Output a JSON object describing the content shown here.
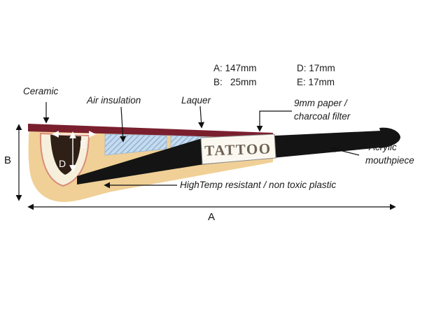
{
  "colors": {
    "tan": "#f0d096",
    "maroon": "#7a1f2e",
    "cream": "#f6efdc",
    "rim": "#d98c7a",
    "cavity": "#2e2016",
    "stem_black": "#141414",
    "blue": "#c6dbee",
    "blue_hatch": "#8fb3d6",
    "label_bg": "#faf8f0",
    "brand_text": "#6e6154"
  },
  "measurements": {
    "a": "A: 147mm",
    "b": "B:   25mm",
    "d": "D: 17mm",
    "e": "E: 17mm"
  },
  "dimension_letters": {
    "a": "A",
    "b": "B",
    "d": "D",
    "e": "E"
  },
  "annotations": {
    "ceramic": "Ceramic",
    "air_insulation": "Air insulation",
    "laquer": "Laquer",
    "filter_line1": "9mm paper /",
    "filter_line2": "charcoal filter",
    "mouthpiece_line1": "Acrylic",
    "mouthpiece_line2": "mouthpiece",
    "plastic": "HighTemp resistant / non toxic plastic"
  },
  "brand": "TATTOO"
}
